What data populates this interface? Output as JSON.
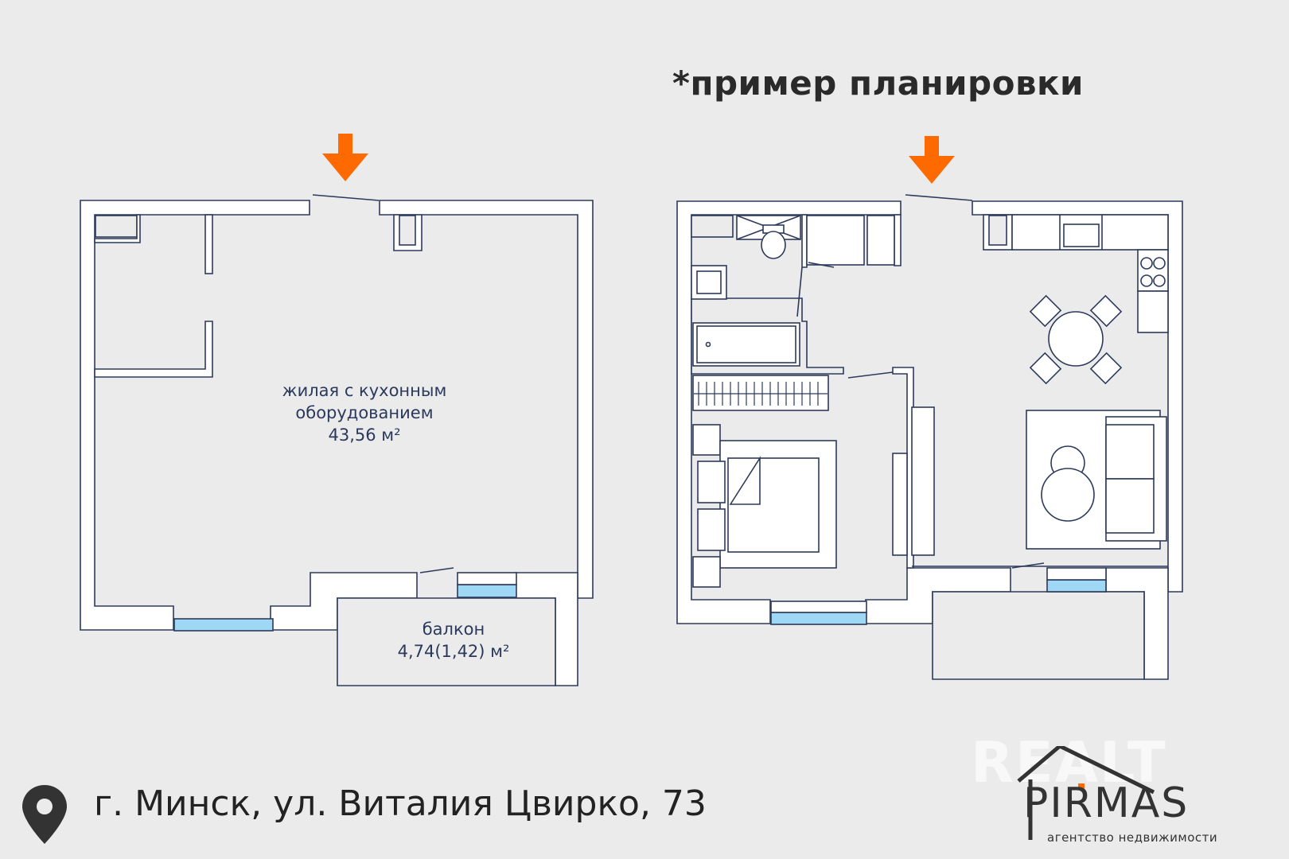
{
  "header": {
    "example_note": "*пример планировки"
  },
  "plan_left": {
    "living_label_line1": "жилая с кухонным",
    "living_label_line2": "оборудованием",
    "living_area": "43,56 м²",
    "balcony_label": "балкон",
    "balcony_area": "4,74(1,42) м²"
  },
  "footer": {
    "address": "г. Минск, ул.  Виталия Цвирко, 73"
  },
  "logo": {
    "realt": "REALT",
    "agency": "PIRMAS",
    "tagline": "агентство недвижимости"
  },
  "colors": {
    "wall": "#2d3a5c",
    "window": "#9fd8f5",
    "arrow": "#ff6a00",
    "background": "#ebebeb"
  },
  "icons": {
    "location": "map-pin-icon",
    "entrance": "arrow-down-icon"
  }
}
